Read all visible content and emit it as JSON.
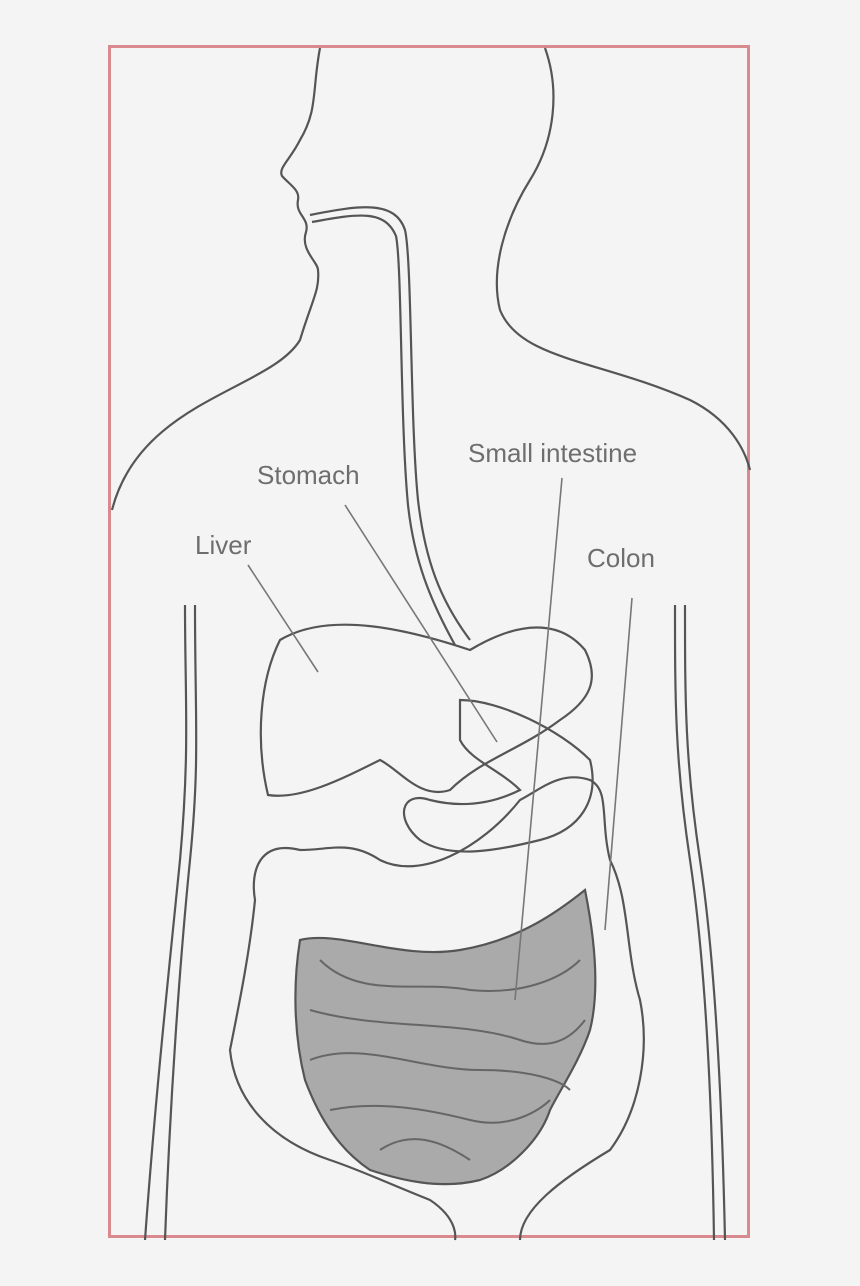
{
  "labels": {
    "stomach": "Stomach",
    "small_intestine": "Small intestine",
    "liver": "Liver",
    "colon": "Colon"
  },
  "colors": {
    "frame": "#d98a8e",
    "outline": "#555555",
    "intestine_fill": "#aaaaaa",
    "label_text": "#6e6e6e"
  }
}
